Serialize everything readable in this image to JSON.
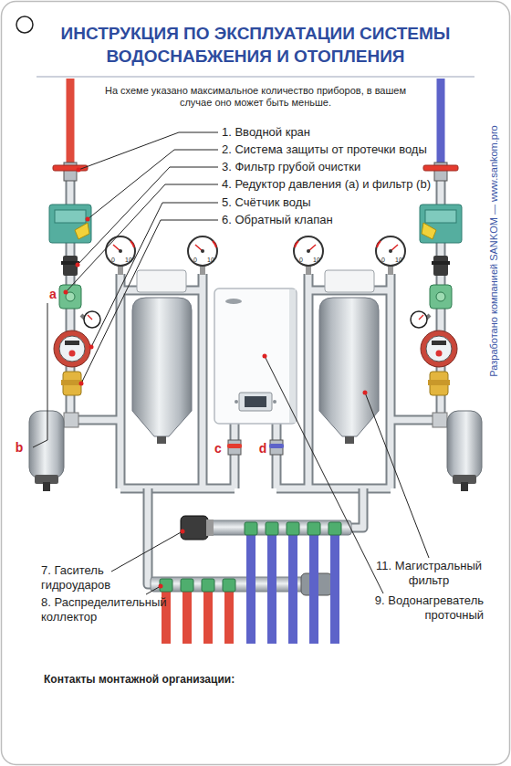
{
  "diagram": {
    "title": "ИНСТРУКЦИЯ ПО ЭКСПЛУАТАЦИИ СИСТЕМЫ ВОДОСНАБЖЕНИЯ И ОТОПЛЕНИЯ",
    "labels": [
      "На схеме указано максимальное количество приборов, в вашем случае оно может быть меньше.",
      "1. Вводной кран",
      "2. Система защиты от протечки воды",
      "3. Фильтр грубой очистки",
      "4. Редуктор давления (a) и фильтр (b)",
      "5. Счётчик воды",
      "6. Обратный клапан",
      "Разработано компанией SANKOM — www.sankom.pro",
      "0",
      "10",
      "0",
      "10",
      "0",
      "10",
      "0",
      "10",
      "a",
      "b",
      "c",
      "d",
      "7. Гаситель гидроударов",
      "11. Магистральный фильтр",
      "8. Распределительный коллектор",
      "9. Водонагреватель проточный",
      "Контакты монтажной организации:"
    ]
  }
}
